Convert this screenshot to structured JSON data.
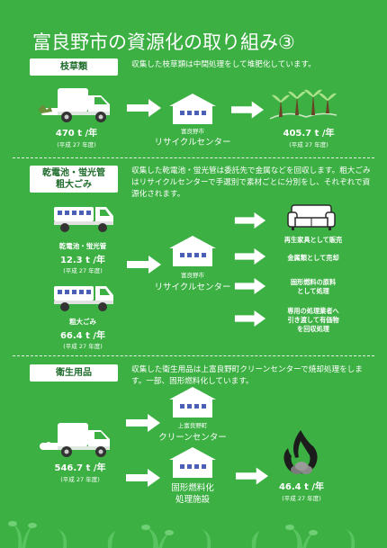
{
  "title": "富良野市の資源化の取り組み③",
  "sections": [
    {
      "label": "枝草類",
      "description": "収集した枝草類は中間処理をして堆肥化しています。",
      "collected_amount": "470 t /年",
      "collected_note": "(平成 27 年度)",
      "facility_line1": "富良野市",
      "facility_line2": "リサイクルセンター",
      "output_amount": "405.7 t /年",
      "output_note": "(平成 27 年度)"
    },
    {
      "label_line1": "乾電池・蛍光管",
      "label_line2": "粗大ごみ",
      "description": "収集した乾電池・蛍光管は委託先で金属などを回収します。粗大ごみはリサイクルセンターで手選別で素材ごとに分別をし、それぞれで資源化されます。",
      "item1_name": "乾電池・蛍光管",
      "item1_amount": "12.3 t /年",
      "item1_note": "(平成 27 年度)",
      "item2_name": "粗大ごみ",
      "item2_amount": "66.4 t /年",
      "item2_note": "(平成 27 年度)",
      "facility_line1": "富良野市",
      "facility_line2": "リサイクルセンター",
      "out1": "再生家具として販売",
      "out2": "金属類として売却",
      "out3_line1": "固形燃料の原料",
      "out3_line2": "として処理",
      "out4_line1": "専用の処理業者へ",
      "out4_line2": "引き渡して有価物",
      "out4_line3": "を回収処理"
    },
    {
      "label": "衛生用品",
      "description": "収集した衛生用品は上富良野町クリーンセンターで焼却処理をします。一部、固形燃料化しています。",
      "collected_amount": "546.7 t /年",
      "collected_note": "(平成 27 年度)",
      "facility1_line1": "上富良野町",
      "facility1_line2": "クリーンセンター",
      "facility2_line1": "固形燃料化",
      "facility2_line2": "処理施設",
      "output_amount": "46.4 t /年",
      "output_note": "(平成 27 年度)"
    }
  ],
  "colors": {
    "background": "#3cb043",
    "label_text": "#1d6b2a",
    "window": "#4a5fb5"
  }
}
